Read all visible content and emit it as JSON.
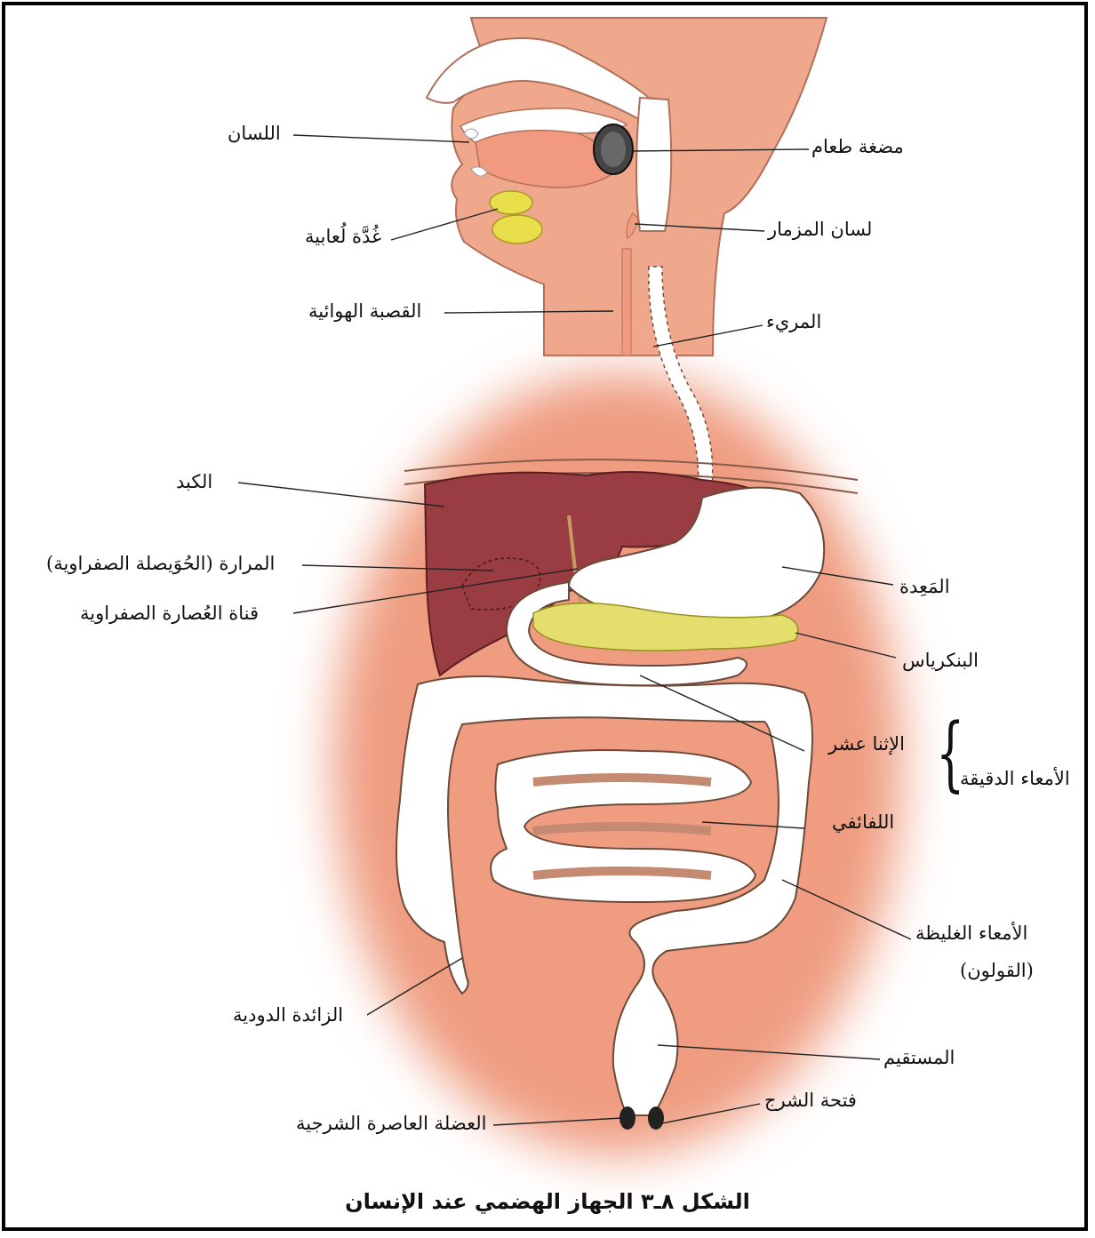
{
  "caption": "الشكل ٨ـ٣  الجهاز الهضمي عند الإنسان",
  "labels": {
    "tongue": "اللسان",
    "bolus": "مضغة طعام",
    "salivary_gland": "غُدَّة لُعابية",
    "epiglottis": "لسان المزمار",
    "trachea": "القصبة الهوائية",
    "esophagus": "المريء",
    "liver": "الكبد",
    "gallbladder": "المرارة (الحُوَيصلة الصفراوية)",
    "bile_duct": "قناة العُصارة الصفراوية",
    "stomach": "المَعِدة",
    "pancreas": "البنكرياس",
    "duodenum": "الإثنا عشر",
    "small_intestine": "الأمعاء الدقيقة",
    "ileum": "اللفائفي",
    "large_intestine": "الأمعاء الغليظة",
    "colon": "(القولون)",
    "appendix": "الزائدة الدودية",
    "rectum": "المستقيم",
    "anus": "فتحة الشرج",
    "sphincter": "العضلة العاصرة الشرجية"
  },
  "colors": {
    "skin": "#f0a88c",
    "body_glow": "#ef9c80",
    "liver": "#9a3d42",
    "pancreas": "#e3de6e",
    "salivary_gland": "#e8df4a",
    "organ_white": "#ffffff",
    "outline": "#b0705a",
    "line": "#222222"
  }
}
